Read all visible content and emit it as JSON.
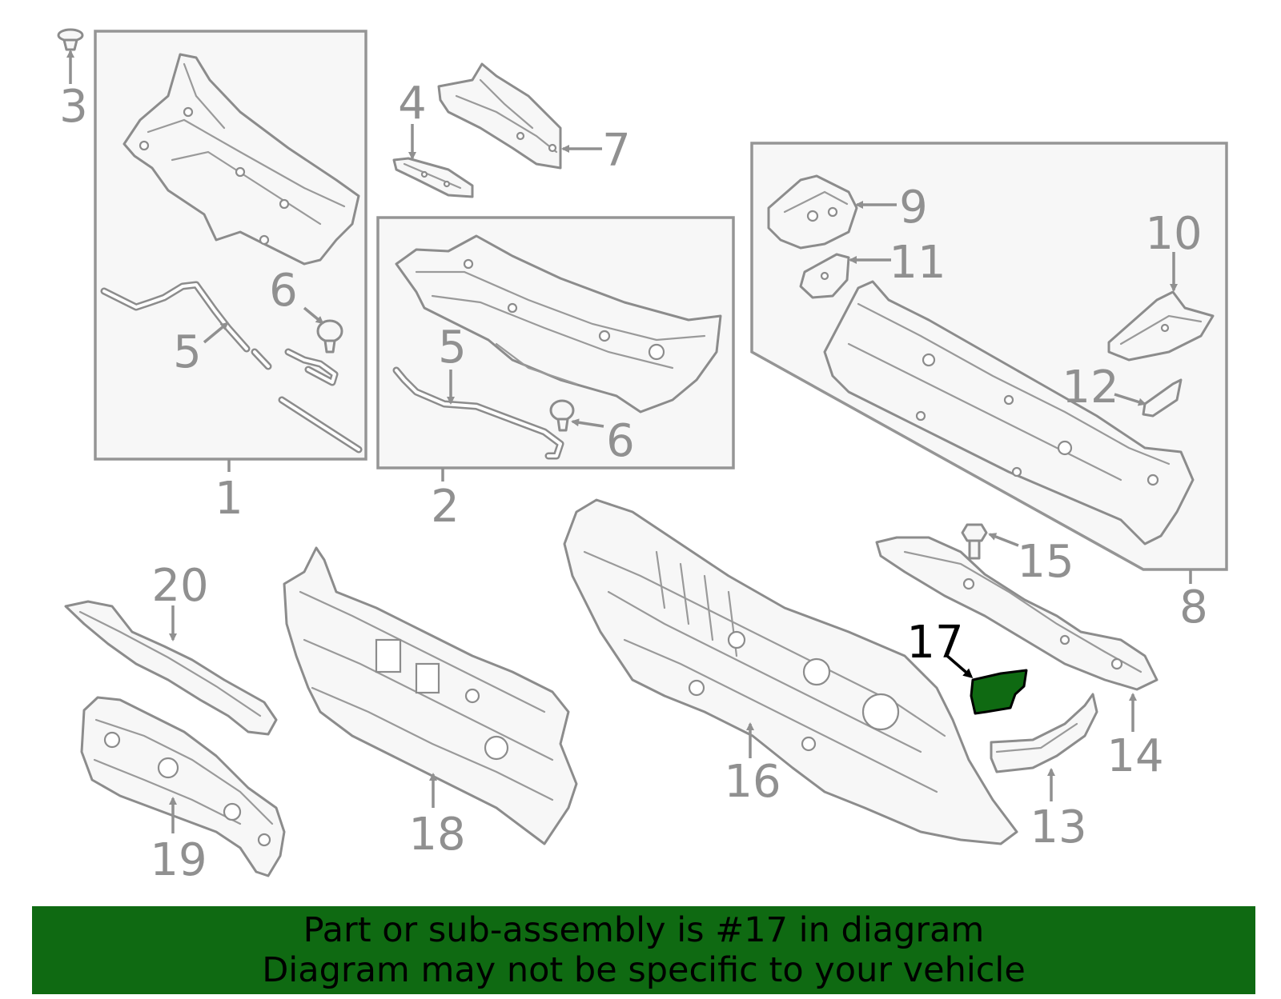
{
  "banner": {
    "line1": "Part or sub-assembly is #17 in diagram",
    "line2": "Diagram may not be specific to your vehicle",
    "background_color": "#0f6a12"
  },
  "callouts": {
    "c1": "1",
    "c2": "2",
    "c3": "3",
    "c4": "4",
    "c5a": "5",
    "c5b": "5",
    "c6a": "6",
    "c6b": "6",
    "c7": "7",
    "c8": "8",
    "c9": "9",
    "c10": "10",
    "c11": "11",
    "c12": "12",
    "c13": "13",
    "c14": "14",
    "c15": "15",
    "c16": "16",
    "c17": "17",
    "c18": "18",
    "c19": "19",
    "c20": "20"
  },
  "highlight": {
    "part_number": "17",
    "color": "#0f6a12"
  },
  "colors": {
    "line_art": "#8c8c8c",
    "callout_text": "#909090",
    "group_box_fill": "#f7f7f7"
  }
}
